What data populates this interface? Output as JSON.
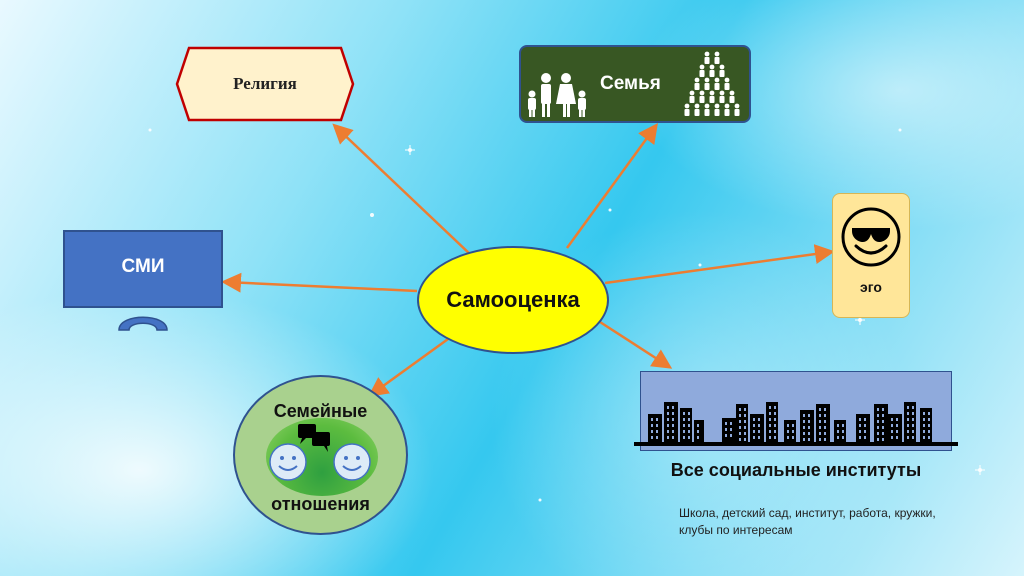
{
  "center": {
    "label": "Самооценка"
  },
  "nodes": {
    "religion": {
      "label": "Религия"
    },
    "family": {
      "label": "Семья"
    },
    "smi": {
      "label": "СМИ"
    },
    "ego": {
      "label": "эго"
    },
    "relations": {
      "label_top": "Семейные",
      "label_bottom": "отношения"
    },
    "institutions": {
      "title": "Все социальные институты",
      "subtitle": "Школа, детский сад, институт, работа, кружки, клубы по интересам"
    }
  },
  "colors": {
    "center_fill": "#ffff00",
    "arrow": "#ed7d31",
    "religion_fill": "#fff2cc",
    "religion_border": "#c00000",
    "family_fill": "#385723",
    "smi_fill": "#4472c4",
    "ego_fill": "#ffe699",
    "relations_fill": "#a9d18e",
    "city_fill": "#8faadc"
  },
  "icons": {
    "religion": "hexagon-shape",
    "family": "family-people-icon",
    "crowd": "crowd-pyramid-icon",
    "smi": "tv-monitor-icon",
    "ego": "sunglasses-smiley-icon",
    "relations": "smiley-faces-chat-icon",
    "institutions": "city-skyline-icon"
  }
}
